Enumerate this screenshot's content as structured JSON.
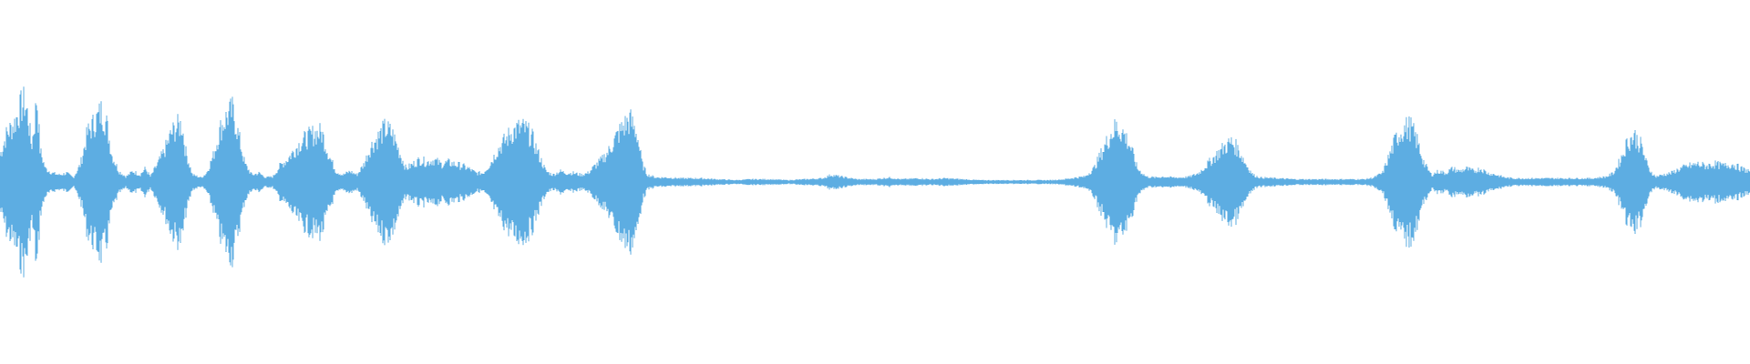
{
  "waveform": {
    "color": "#5dade2",
    "background": "#ffffff",
    "envelope": [
      [
        0.0,
        0.3
      ],
      [
        0.004,
        0.55
      ],
      [
        0.008,
        0.65
      ],
      [
        0.012,
        0.85
      ],
      [
        0.014,
        0.9
      ],
      [
        0.016,
        0.75
      ],
      [
        0.018,
        0.4
      ],
      [
        0.02,
        0.7
      ],
      [
        0.021,
        1.0
      ],
      [
        0.023,
        0.35
      ],
      [
        0.026,
        0.15
      ],
      [
        0.03,
        0.1
      ],
      [
        0.034,
        0.08
      ],
      [
        0.038,
        0.1
      ],
      [
        0.042,
        0.05
      ],
      [
        0.046,
        0.2
      ],
      [
        0.05,
        0.55
      ],
      [
        0.055,
        0.7
      ],
      [
        0.058,
        0.8
      ],
      [
        0.061,
        0.65
      ],
      [
        0.064,
        0.3
      ],
      [
        0.068,
        0.12
      ],
      [
        0.072,
        0.06
      ],
      [
        0.076,
        0.12
      ],
      [
        0.08,
        0.08
      ],
      [
        0.083,
        0.15
      ],
      [
        0.086,
        0.06
      ],
      [
        0.09,
        0.2
      ],
      [
        0.094,
        0.35
      ],
      [
        0.098,
        0.55
      ],
      [
        0.101,
        0.62
      ],
      [
        0.104,
        0.65
      ],
      [
        0.106,
        0.35
      ],
      [
        0.11,
        0.08
      ],
      [
        0.115,
        0.05
      ],
      [
        0.118,
        0.1
      ],
      [
        0.122,
        0.3
      ],
      [
        0.126,
        0.6
      ],
      [
        0.13,
        0.75
      ],
      [
        0.133,
        0.8
      ],
      [
        0.136,
        0.55
      ],
      [
        0.14,
        0.2
      ],
      [
        0.144,
        0.08
      ],
      [
        0.148,
        0.1
      ],
      [
        0.152,
        0.05
      ],
      [
        0.156,
        0.06
      ],
      [
        0.16,
        0.18
      ],
      [
        0.164,
        0.25
      ],
      [
        0.168,
        0.35
      ],
      [
        0.172,
        0.45
      ],
      [
        0.176,
        0.5
      ],
      [
        0.18,
        0.55
      ],
      [
        0.184,
        0.55
      ],
      [
        0.188,
        0.3
      ],
      [
        0.192,
        0.12
      ],
      [
        0.196,
        0.08
      ],
      [
        0.2,
        0.12
      ],
      [
        0.204,
        0.08
      ],
      [
        0.208,
        0.2
      ],
      [
        0.212,
        0.4
      ],
      [
        0.216,
        0.5
      ],
      [
        0.22,
        0.6
      ],
      [
        0.224,
        0.55
      ],
      [
        0.228,
        0.35
      ],
      [
        0.232,
        0.15
      ],
      [
        0.236,
        0.2
      ],
      [
        0.24,
        0.25
      ],
      [
        0.244,
        0.22
      ],
      [
        0.248,
        0.25
      ],
      [
        0.252,
        0.2
      ],
      [
        0.256,
        0.22
      ],
      [
        0.26,
        0.2
      ],
      [
        0.264,
        0.18
      ],
      [
        0.268,
        0.15
      ],
      [
        0.272,
        0.1
      ],
      [
        0.276,
        0.1
      ],
      [
        0.28,
        0.2
      ],
      [
        0.284,
        0.35
      ],
      [
        0.288,
        0.45
      ],
      [
        0.292,
        0.55
      ],
      [
        0.296,
        0.6
      ],
      [
        0.3,
        0.6
      ],
      [
        0.304,
        0.5
      ],
      [
        0.308,
        0.3
      ],
      [
        0.312,
        0.12
      ],
      [
        0.316,
        0.08
      ],
      [
        0.32,
        0.12
      ],
      [
        0.324,
        0.1
      ],
      [
        0.328,
        0.1
      ],
      [
        0.332,
        0.08
      ],
      [
        0.336,
        0.1
      ],
      [
        0.34,
        0.18
      ],
      [
        0.344,
        0.25
      ],
      [
        0.348,
        0.35
      ],
      [
        0.352,
        0.5
      ],
      [
        0.356,
        0.62
      ],
      [
        0.36,
        0.7
      ],
      [
        0.364,
        0.55
      ],
      [
        0.367,
        0.2
      ],
      [
        0.37,
        0.08
      ],
      [
        0.375,
        0.05
      ],
      [
        0.38,
        0.05
      ],
      [
        0.39,
        0.04
      ],
      [
        0.4,
        0.04
      ],
      [
        0.41,
        0.03
      ],
      [
        0.42,
        0.02
      ],
      [
        0.43,
        0.03
      ],
      [
        0.44,
        0.03
      ],
      [
        0.45,
        0.02
      ],
      [
        0.46,
        0.03
      ],
      [
        0.47,
        0.04
      ],
      [
        0.475,
        0.08
      ],
      [
        0.48,
        0.06
      ],
      [
        0.49,
        0.03
      ],
      [
        0.5,
        0.03
      ],
      [
        0.508,
        0.05
      ],
      [
        0.515,
        0.03
      ],
      [
        0.525,
        0.04
      ],
      [
        0.532,
        0.03
      ],
      [
        0.54,
        0.04
      ],
      [
        0.55,
        0.03
      ],
      [
        0.56,
        0.02
      ],
      [
        0.57,
        0.02
      ],
      [
        0.58,
        0.02
      ],
      [
        0.59,
        0.02
      ],
      [
        0.6,
        0.02
      ],
      [
        0.608,
        0.03
      ],
      [
        0.615,
        0.05
      ],
      [
        0.62,
        0.06
      ],
      [
        0.625,
        0.15
      ],
      [
        0.63,
        0.35
      ],
      [
        0.635,
        0.55
      ],
      [
        0.638,
        0.62
      ],
      [
        0.642,
        0.55
      ],
      [
        0.646,
        0.4
      ],
      [
        0.65,
        0.15
      ],
      [
        0.655,
        0.06
      ],
      [
        0.66,
        0.05
      ],
      [
        0.665,
        0.06
      ],
      [
        0.67,
        0.05
      ],
      [
        0.675,
        0.05
      ],
      [
        0.68,
        0.06
      ],
      [
        0.685,
        0.1
      ],
      [
        0.69,
        0.2
      ],
      [
        0.695,
        0.3
      ],
      [
        0.7,
        0.4
      ],
      [
        0.704,
        0.45
      ],
      [
        0.708,
        0.35
      ],
      [
        0.712,
        0.2
      ],
      [
        0.716,
        0.08
      ],
      [
        0.72,
        0.05
      ],
      [
        0.73,
        0.04
      ],
      [
        0.74,
        0.03
      ],
      [
        0.75,
        0.03
      ],
      [
        0.76,
        0.03
      ],
      [
        0.77,
        0.03
      ],
      [
        0.78,
        0.03
      ],
      [
        0.785,
        0.05
      ],
      [
        0.79,
        0.1
      ],
      [
        0.794,
        0.3
      ],
      [
        0.798,
        0.5
      ],
      [
        0.802,
        0.6
      ],
      [
        0.806,
        0.62
      ],
      [
        0.81,
        0.45
      ],
      [
        0.814,
        0.2
      ],
      [
        0.818,
        0.08
      ],
      [
        0.822,
        0.12
      ],
      [
        0.826,
        0.1
      ],
      [
        0.83,
        0.15
      ],
      [
        0.834,
        0.12
      ],
      [
        0.838,
        0.15
      ],
      [
        0.842,
        0.12
      ],
      [
        0.846,
        0.15
      ],
      [
        0.85,
        0.1
      ],
      [
        0.855,
        0.08
      ],
      [
        0.86,
        0.05
      ],
      [
        0.865,
        0.04
      ],
      [
        0.87,
        0.04
      ],
      [
        0.88,
        0.04
      ],
      [
        0.89,
        0.04
      ],
      [
        0.9,
        0.04
      ],
      [
        0.91,
        0.04
      ],
      [
        0.918,
        0.06
      ],
      [
        0.922,
        0.1
      ],
      [
        0.926,
        0.25
      ],
      [
        0.93,
        0.45
      ],
      [
        0.934,
        0.52
      ],
      [
        0.938,
        0.4
      ],
      [
        0.942,
        0.15
      ],
      [
        0.946,
        0.06
      ],
      [
        0.95,
        0.08
      ],
      [
        0.955,
        0.1
      ],
      [
        0.96,
        0.15
      ],
      [
        0.965,
        0.18
      ],
      [
        0.97,
        0.2
      ],
      [
        0.975,
        0.18
      ],
      [
        0.98,
        0.2
      ],
      [
        0.985,
        0.18
      ],
      [
        0.99,
        0.2
      ],
      [
        0.995,
        0.15
      ],
      [
        1.0,
        0.12
      ]
    ]
  }
}
